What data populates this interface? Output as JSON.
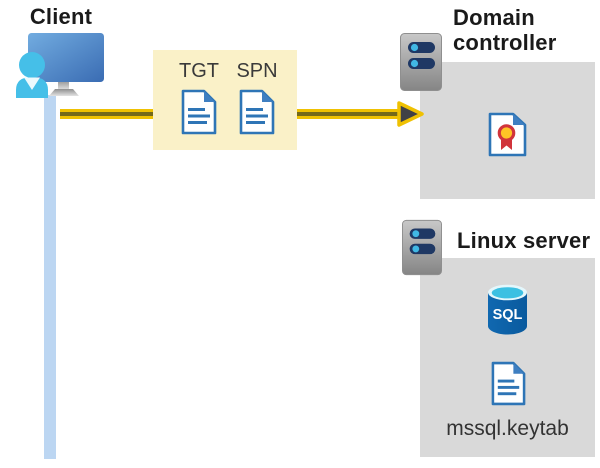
{
  "client": {
    "label": "Client"
  },
  "ticket_box": {
    "tgt_label": "TGT",
    "spn_label": "SPN"
  },
  "domain_controller": {
    "label": "Domain controller"
  },
  "linux_server": {
    "label": "Linux server",
    "database_label": "SQL",
    "keytab_label": "mssql.keytab"
  },
  "icons": {
    "client": "monitor-user-icon",
    "tgt": "document-icon",
    "spn": "document-icon",
    "domain_controller": "server-tower-icon",
    "certificate": "certificate-icon",
    "linux_server": "server-tower-icon",
    "database": "sql-database-icon",
    "keytab": "document-icon",
    "arrow": "right-arrow-icon"
  },
  "colors": {
    "zone_box_gray": "#d9d9d9",
    "ticket_box_yellow": "#faf1c8",
    "arrow_yellow": "#efc102",
    "arrow_dark": "#74691a",
    "arrowhead_dark": "#414146",
    "client_timeline_blue": "#bcd6f2",
    "document_blue": "#2e75b6",
    "document_fold_blue": "#3f7fc1",
    "monitor_blue": "#4a84c9",
    "person_cyan": "#45bfe8",
    "server_pill_navy": "#1f3864",
    "server_dot_cyan": "#41b8e4",
    "sql_body_blue": "#0d62ab",
    "sql_top_cyan": "#3cc0e2",
    "certificate_red": "#d1343b",
    "certificate_yellow": "#ffc426",
    "heading_text": "#1a1a1a"
  }
}
